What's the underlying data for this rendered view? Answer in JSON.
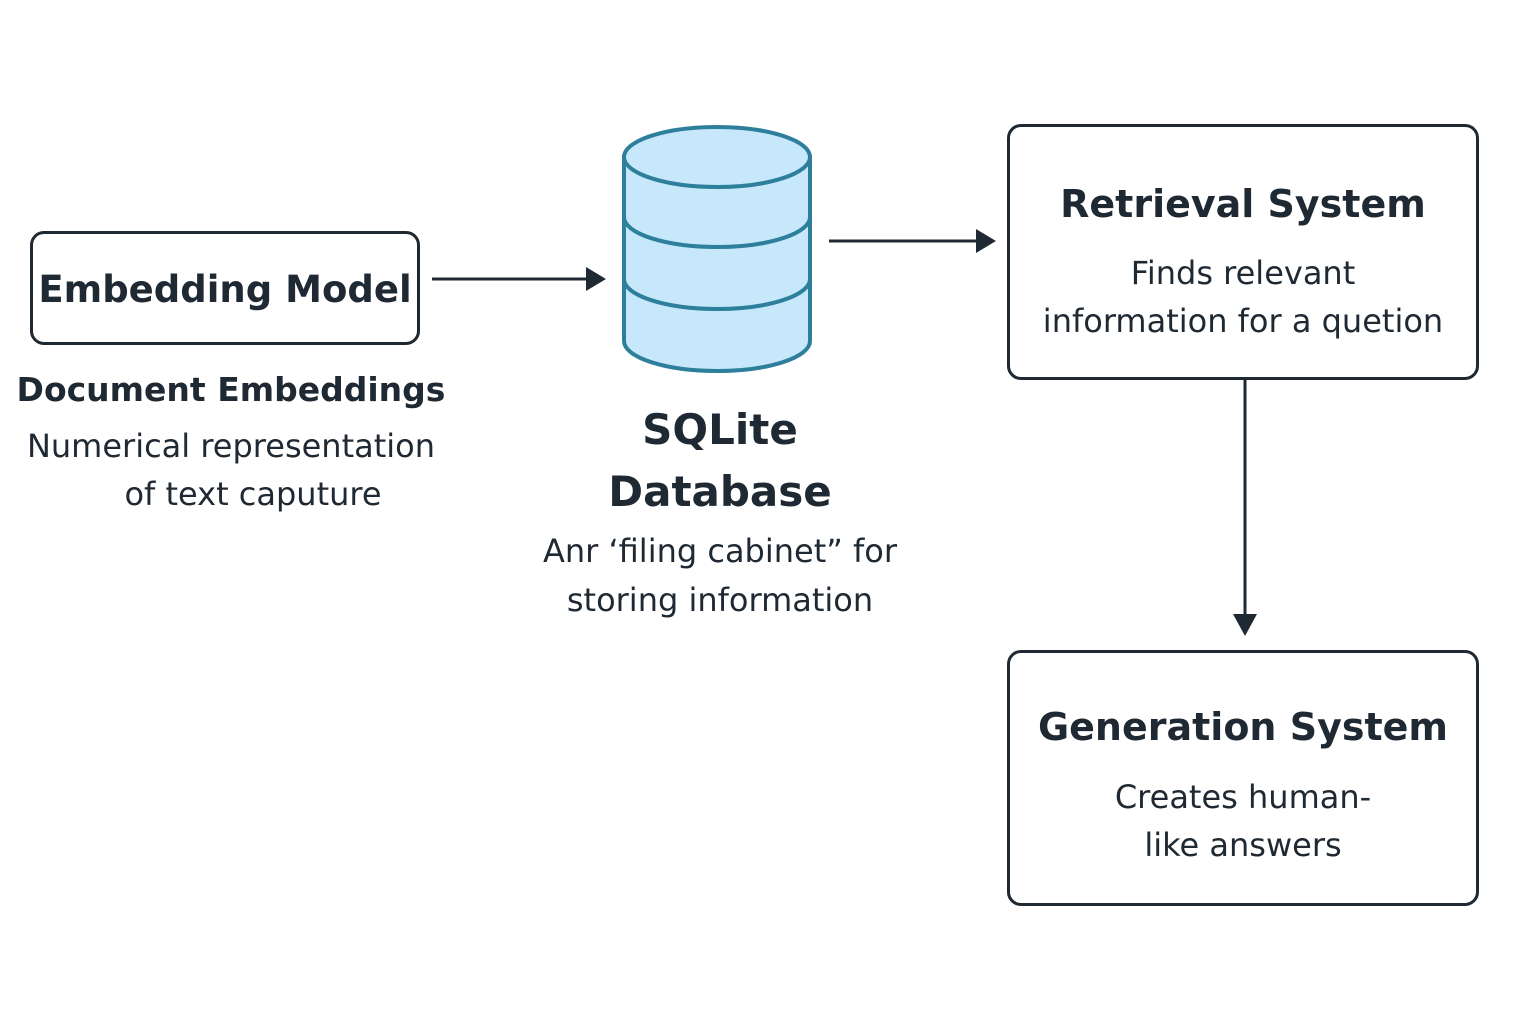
{
  "nodes": {
    "embedding_model": {
      "title": "Embedding Model"
    },
    "document_embeddings": {
      "title": "Document Embeddings",
      "desc_line1": "Numerical representation",
      "desc_line2": "of text caputure"
    },
    "database": {
      "title_line1": "SQLite",
      "title_line2": "Database",
      "desc_line1": "Anr ‘filing cabinet” for",
      "desc_line2": "storing information",
      "icon": "database-cylinder-icon"
    },
    "retrieval_system": {
      "title": "Retrieval System",
      "desc_line1": "Finds relevant",
      "desc_line2": "information for a quetion"
    },
    "generation_system": {
      "title": "Generation System",
      "desc_line1": "Creates human-",
      "desc_line2": "like answers"
    }
  },
  "edges": [
    {
      "from": "Embedding Model",
      "to": "SQLite Database"
    },
    {
      "from": "SQLite Database",
      "to": "Retrieval System"
    },
    {
      "from": "Retrieval System",
      "to": "Generation System"
    }
  ],
  "colors": {
    "stroke": "#1f2933",
    "db_fill": "#c7e8fb",
    "db_stroke": "#2e7f9c"
  }
}
